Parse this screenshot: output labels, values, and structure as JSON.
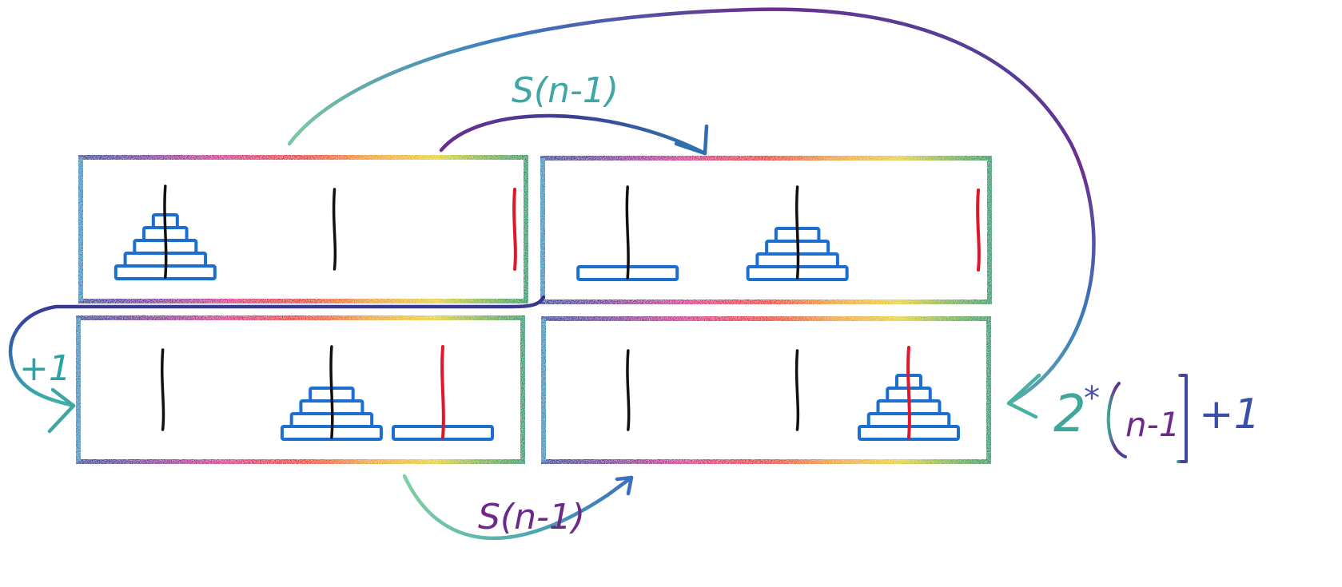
{
  "labels": {
    "top_arrow": "S(n-1)",
    "bottom_arrow": "S(n-1)",
    "left_arrow": "+1",
    "formula_two": "2",
    "formula_star": "*",
    "formula_paren_content": "n-1",
    "formula_tail": "+1"
  },
  "panels": [
    {
      "id": "start",
      "pegs": [
        {
          "disks": 5,
          "color": "black"
        },
        {
          "disks": 0,
          "color": "black"
        },
        {
          "disks": 0,
          "color": "red"
        }
      ]
    },
    {
      "id": "after-first-move",
      "pegs": [
        {
          "disks": 1,
          "color": "black"
        },
        {
          "disks": 4,
          "color": "black"
        },
        {
          "disks": 0,
          "color": "red"
        }
      ]
    },
    {
      "id": "after-largest-move",
      "pegs": [
        {
          "disks": 0,
          "color": "black"
        },
        {
          "disks": 4,
          "color": "black"
        },
        {
          "disks": 1,
          "color": "red"
        }
      ]
    },
    {
      "id": "final",
      "pegs": [
        {
          "disks": 0,
          "color": "black"
        },
        {
          "disks": 0,
          "color": "black"
        },
        {
          "disks": 5,
          "color": "red"
        }
      ]
    }
  ],
  "colors": {
    "disk": "#1a6fd0",
    "peg_black": "#111111",
    "peg_red": "#e0162b",
    "arrow_teal": "#2aa3a3",
    "arrow_purple": "#5a2d8c",
    "label_teal": "#2aa3a3",
    "label_purple": "#6b2a8a"
  }
}
